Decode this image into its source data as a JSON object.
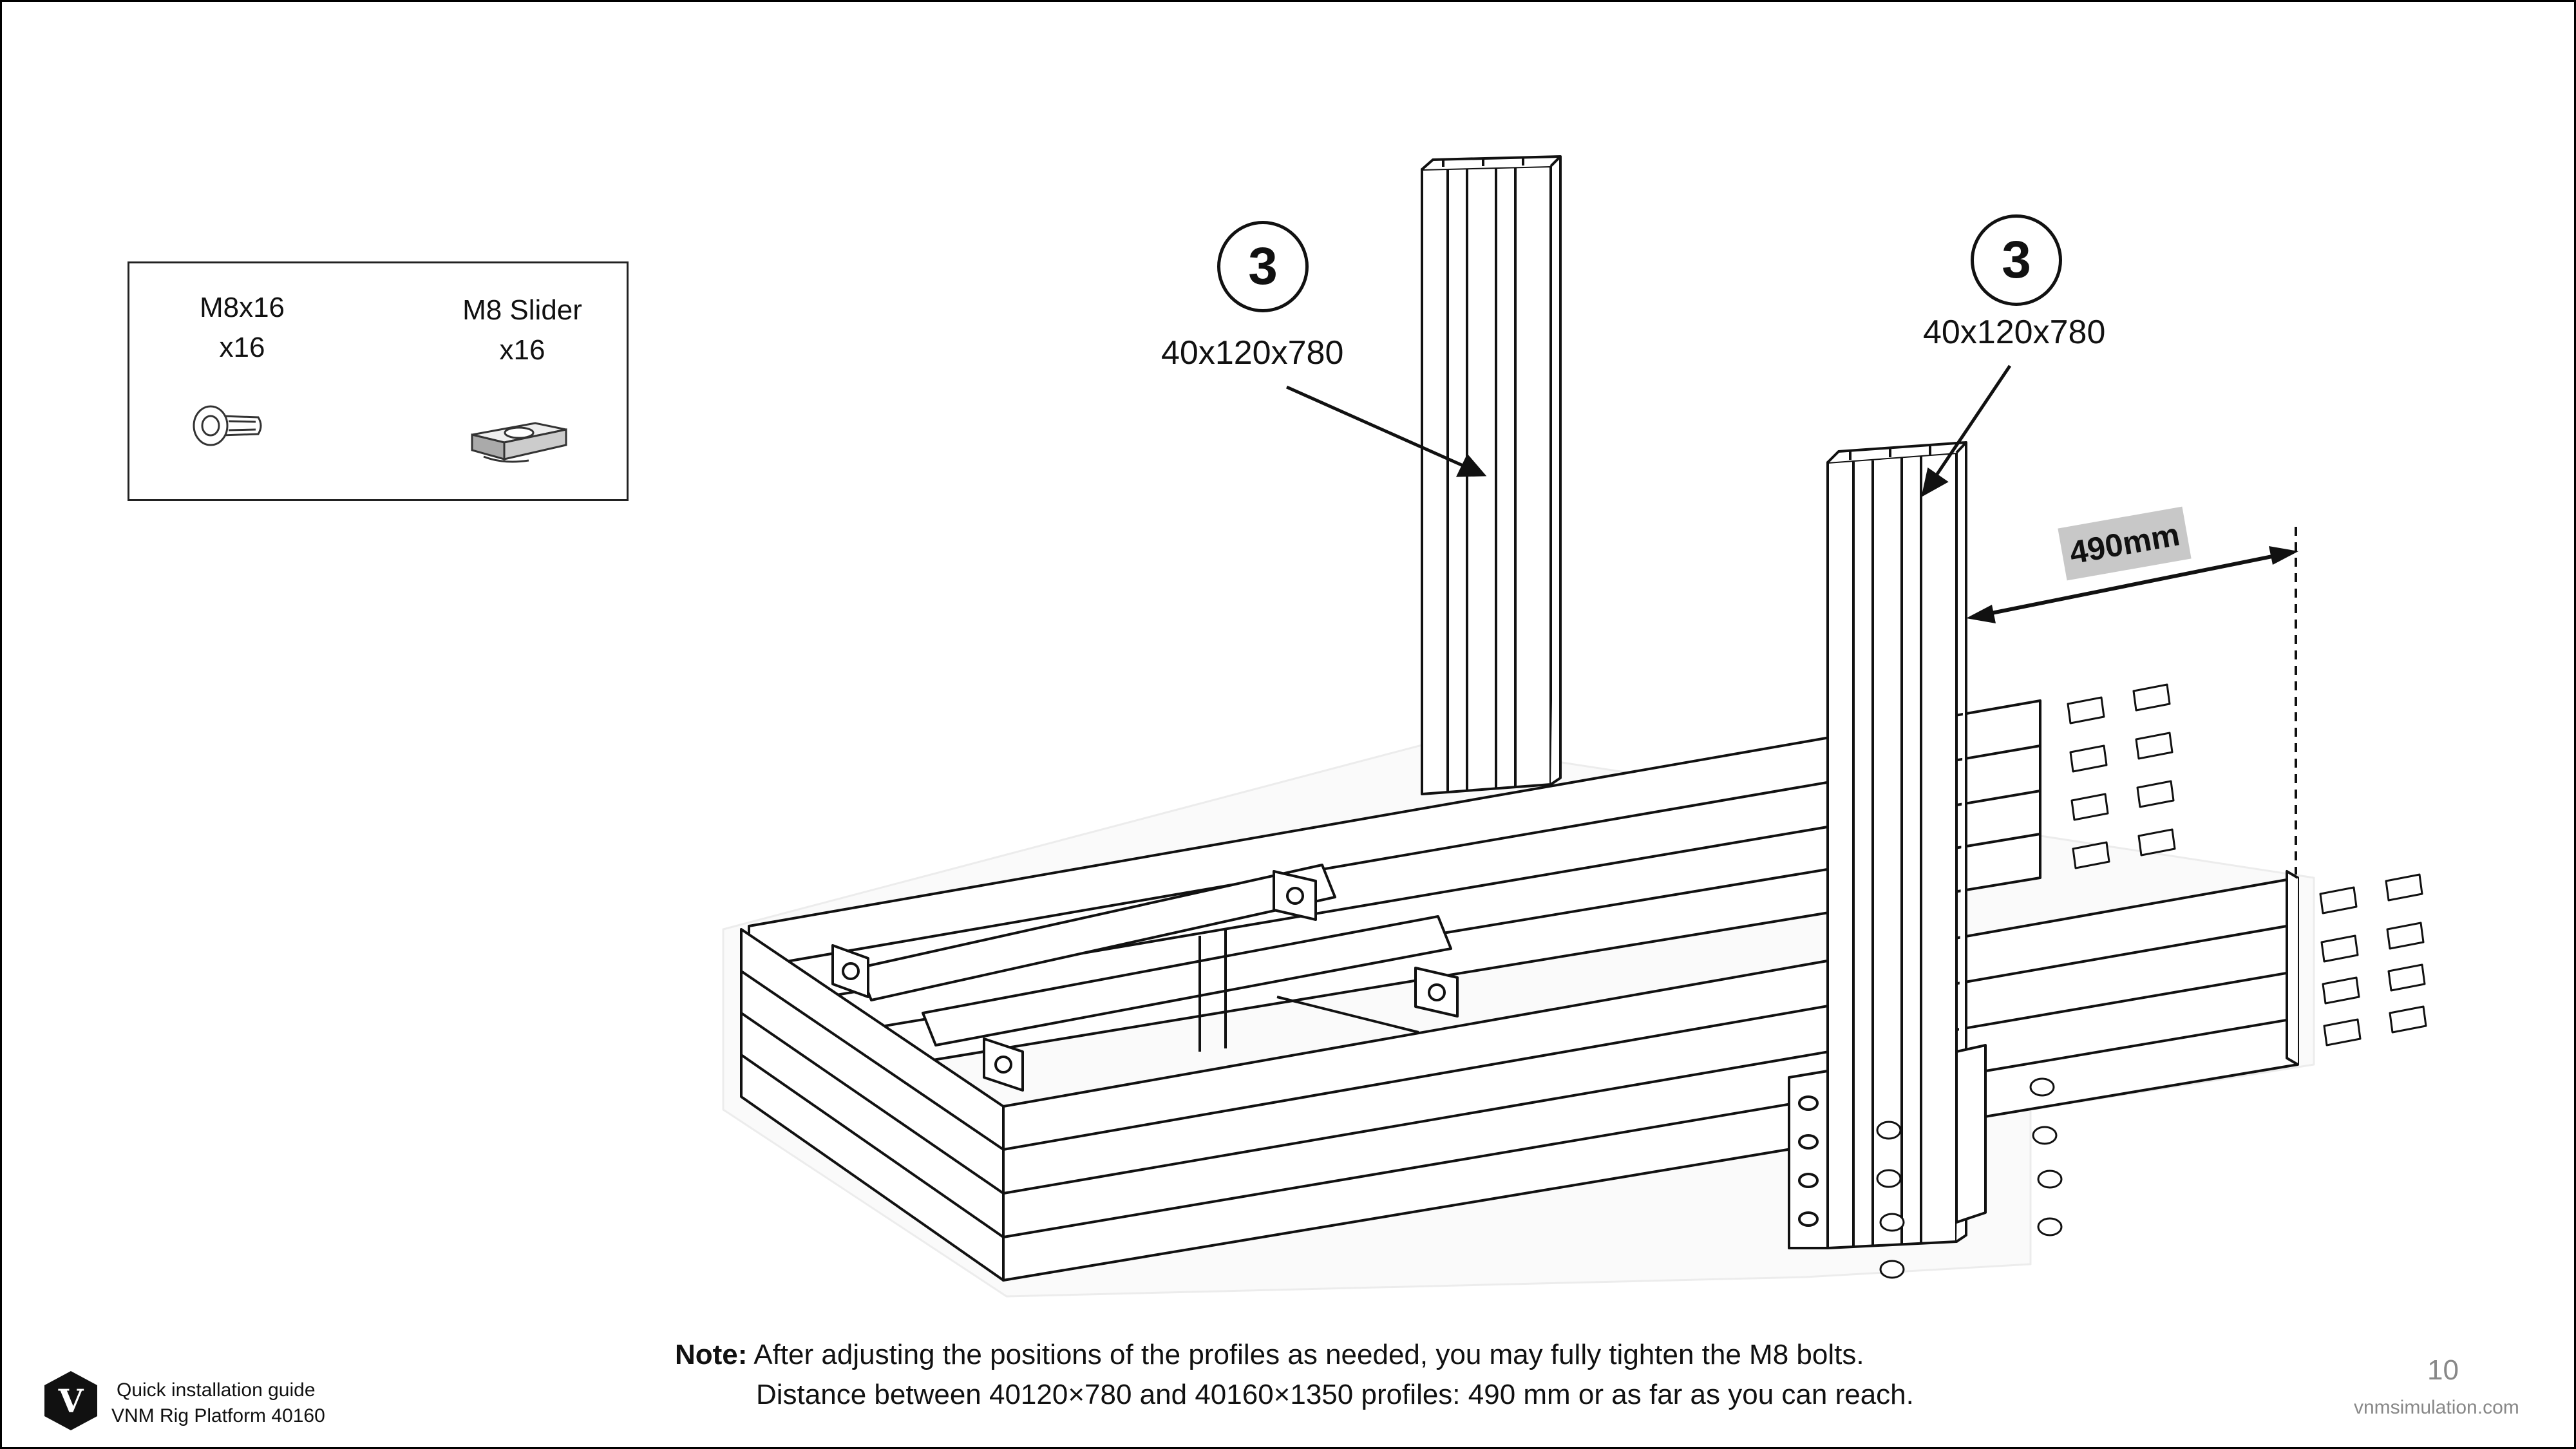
{
  "parts": [
    {
      "name": "M8x16",
      "qty": "x16",
      "icon": "bolt-icon"
    },
    {
      "name": "M8 Slider",
      "qty": "x16",
      "icon": "slider-nut-icon"
    }
  ],
  "callouts": [
    {
      "number": "3",
      "dimension": "40x120x780"
    },
    {
      "number": "3",
      "dimension": "40x120x780"
    }
  ],
  "measurement": "490mm",
  "note": {
    "lead": "Note:",
    "line1": "After adjusting the positions of the profiles as needed, you may fully tighten the M8 bolts.",
    "line2": "Distance between 40120×780 and 40160×1350 profiles: 490 mm or as far as you can reach."
  },
  "footer": {
    "guide": "Quick installation guide",
    "product": "VNM Rig Platform 40160",
    "page_number": "10",
    "website": "vnmsimulation.com",
    "logo_letter": "V"
  }
}
